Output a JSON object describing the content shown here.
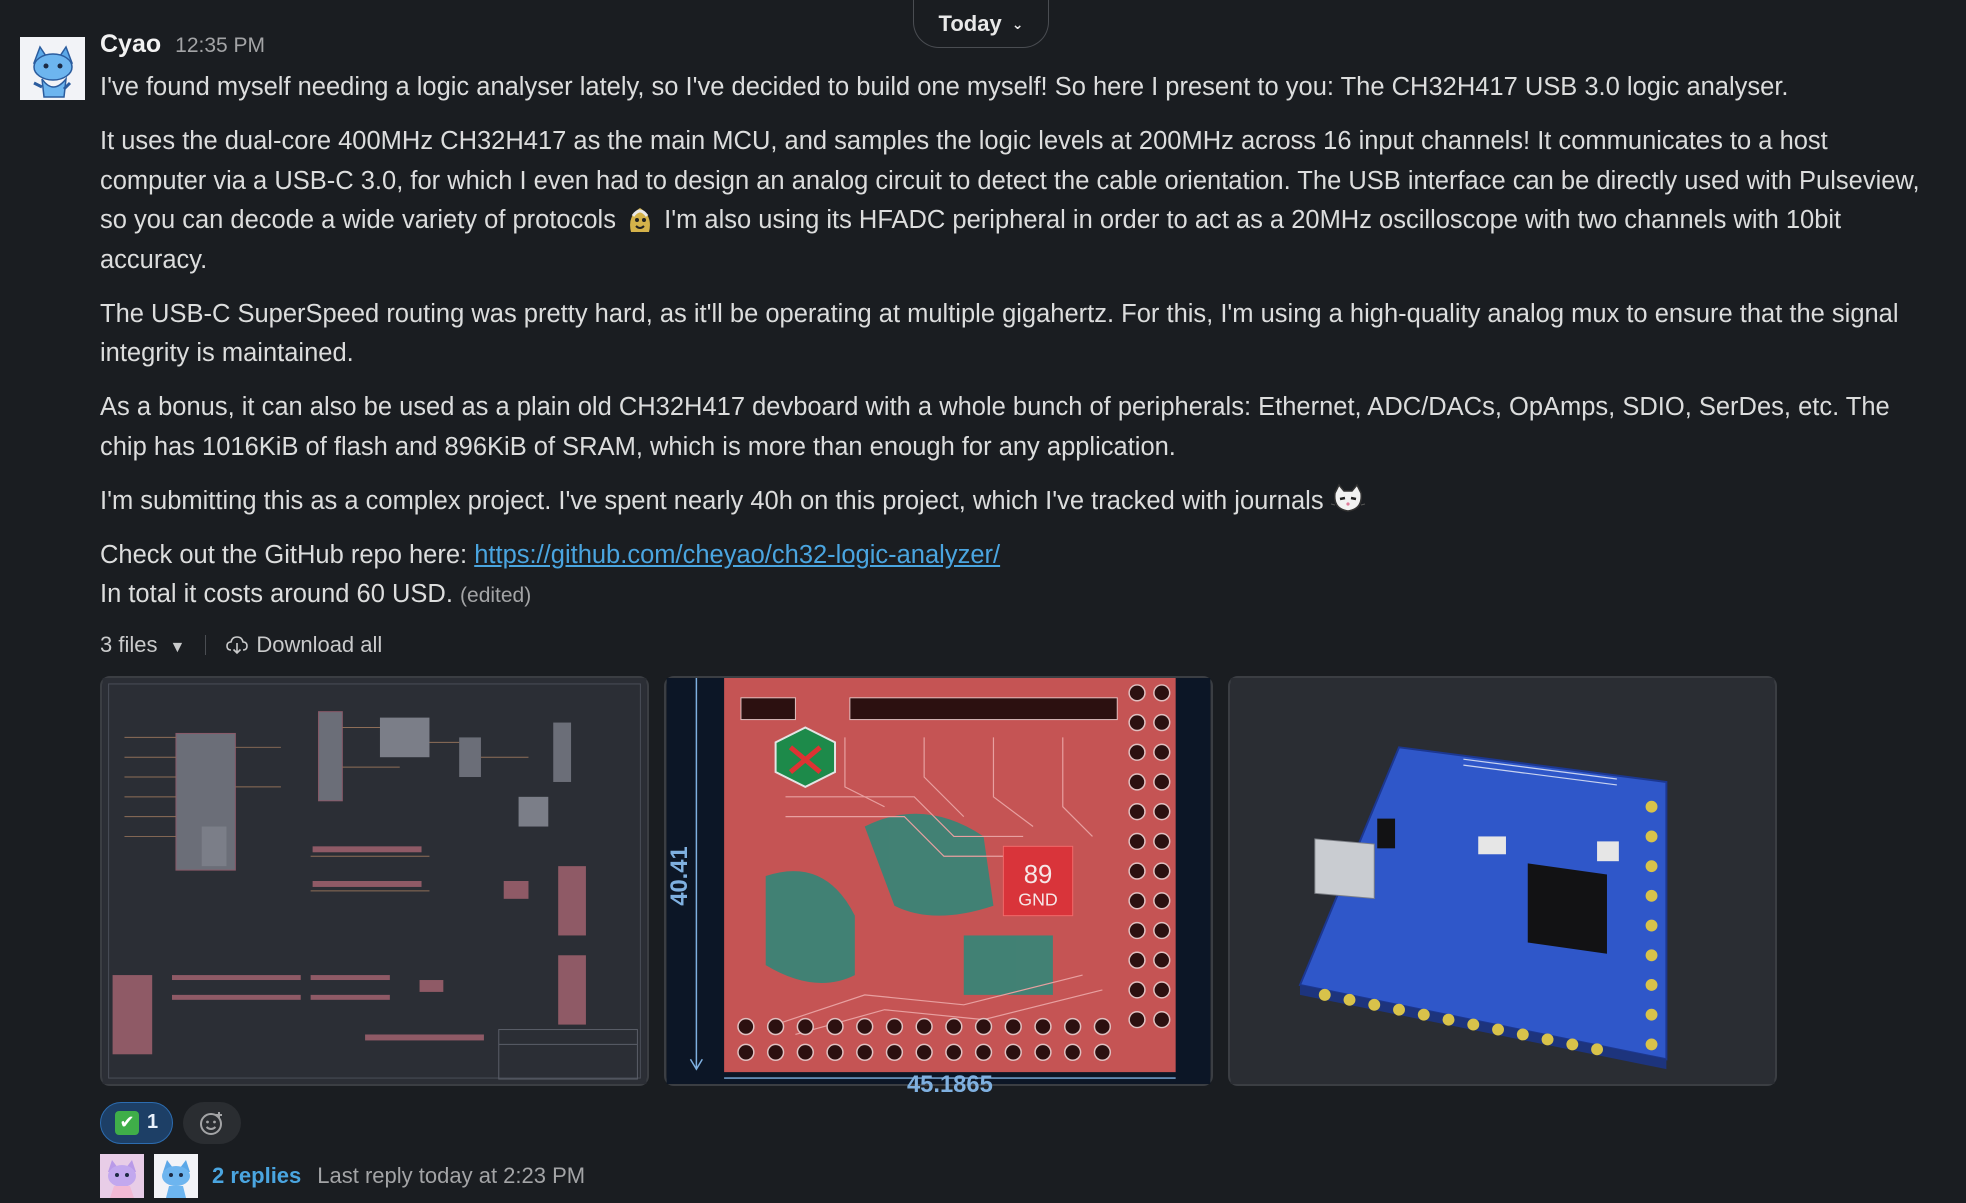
{
  "date_divider": {
    "label": "Today"
  },
  "message": {
    "author": "Cyao",
    "time": "12:35 PM",
    "paragraphs": {
      "p1": "I've found myself needing a logic analyser lately, so I've decided to build one myself! So here I present to you: The CH32H417 USB 3.0 logic analyser.",
      "p2a": "It uses the dual-core 400MHz CH32H417 as the main MCU, and samples the logic levels at 200MHz across 16 input channels! It communicates to a host computer via a USB-C 3.0, for which I even had to design an analog circuit to detect the cable orientation. The USB interface can be directly used with Pulseview, so you can decode a wide variety of protocols",
      "p2b": " I'm also using its HFADC peripheral in order to act as a 20MHz oscilloscope with two channels with 10bit accuracy.",
      "p3": "The USB-C SuperSpeed routing was pretty hard, as it'll be operating at multiple gigahertz. For this, I'm using a high-quality analog mux to ensure that the signal integrity is maintained.",
      "p4": "As a bonus, it can also be used as a plain old CH32H417 devboard with a whole bunch of peripherals: Ethernet, ADC/DACs, OpAmps, SDIO, SerDes, etc. The chip has 1016KiB of flash and 896KiB of SRAM, which is more than enough for any application.",
      "p5": "I'm submitting this as a complex project. I've spent nearly 40h on this project, which I've tracked with journals ",
      "p6_prefix": "Check out the GitHub repo here: ",
      "p6_link": "https://github.com/cheyao/ch32-logic-analyzer/",
      "p7": "In total it costs around 60 USD.",
      "edited": "(edited)"
    },
    "emojis": {
      "p2": "party-parrot-emoji",
      "p5": "cat-emoji"
    }
  },
  "files": {
    "count_label": "3 files",
    "download_all": "Download all",
    "items": [
      {
        "kind": "schematic"
      },
      {
        "kind": "pcb-layout",
        "dim_vertical": "40.41",
        "dim_horizontal": "45.1865",
        "pad_number": "89",
        "pad_net": "GND"
      },
      {
        "kind": "3d-render"
      }
    ]
  },
  "reactions": [
    {
      "emoji": "white-check-mark",
      "count": "1"
    }
  ],
  "thread": {
    "replies": "2 replies",
    "last_reply": "Last reply today at 2:23 PM"
  },
  "colors": {
    "link": "#4aa5e0",
    "background": "#1a1d21",
    "reaction_bg": "#1d3f66"
  }
}
